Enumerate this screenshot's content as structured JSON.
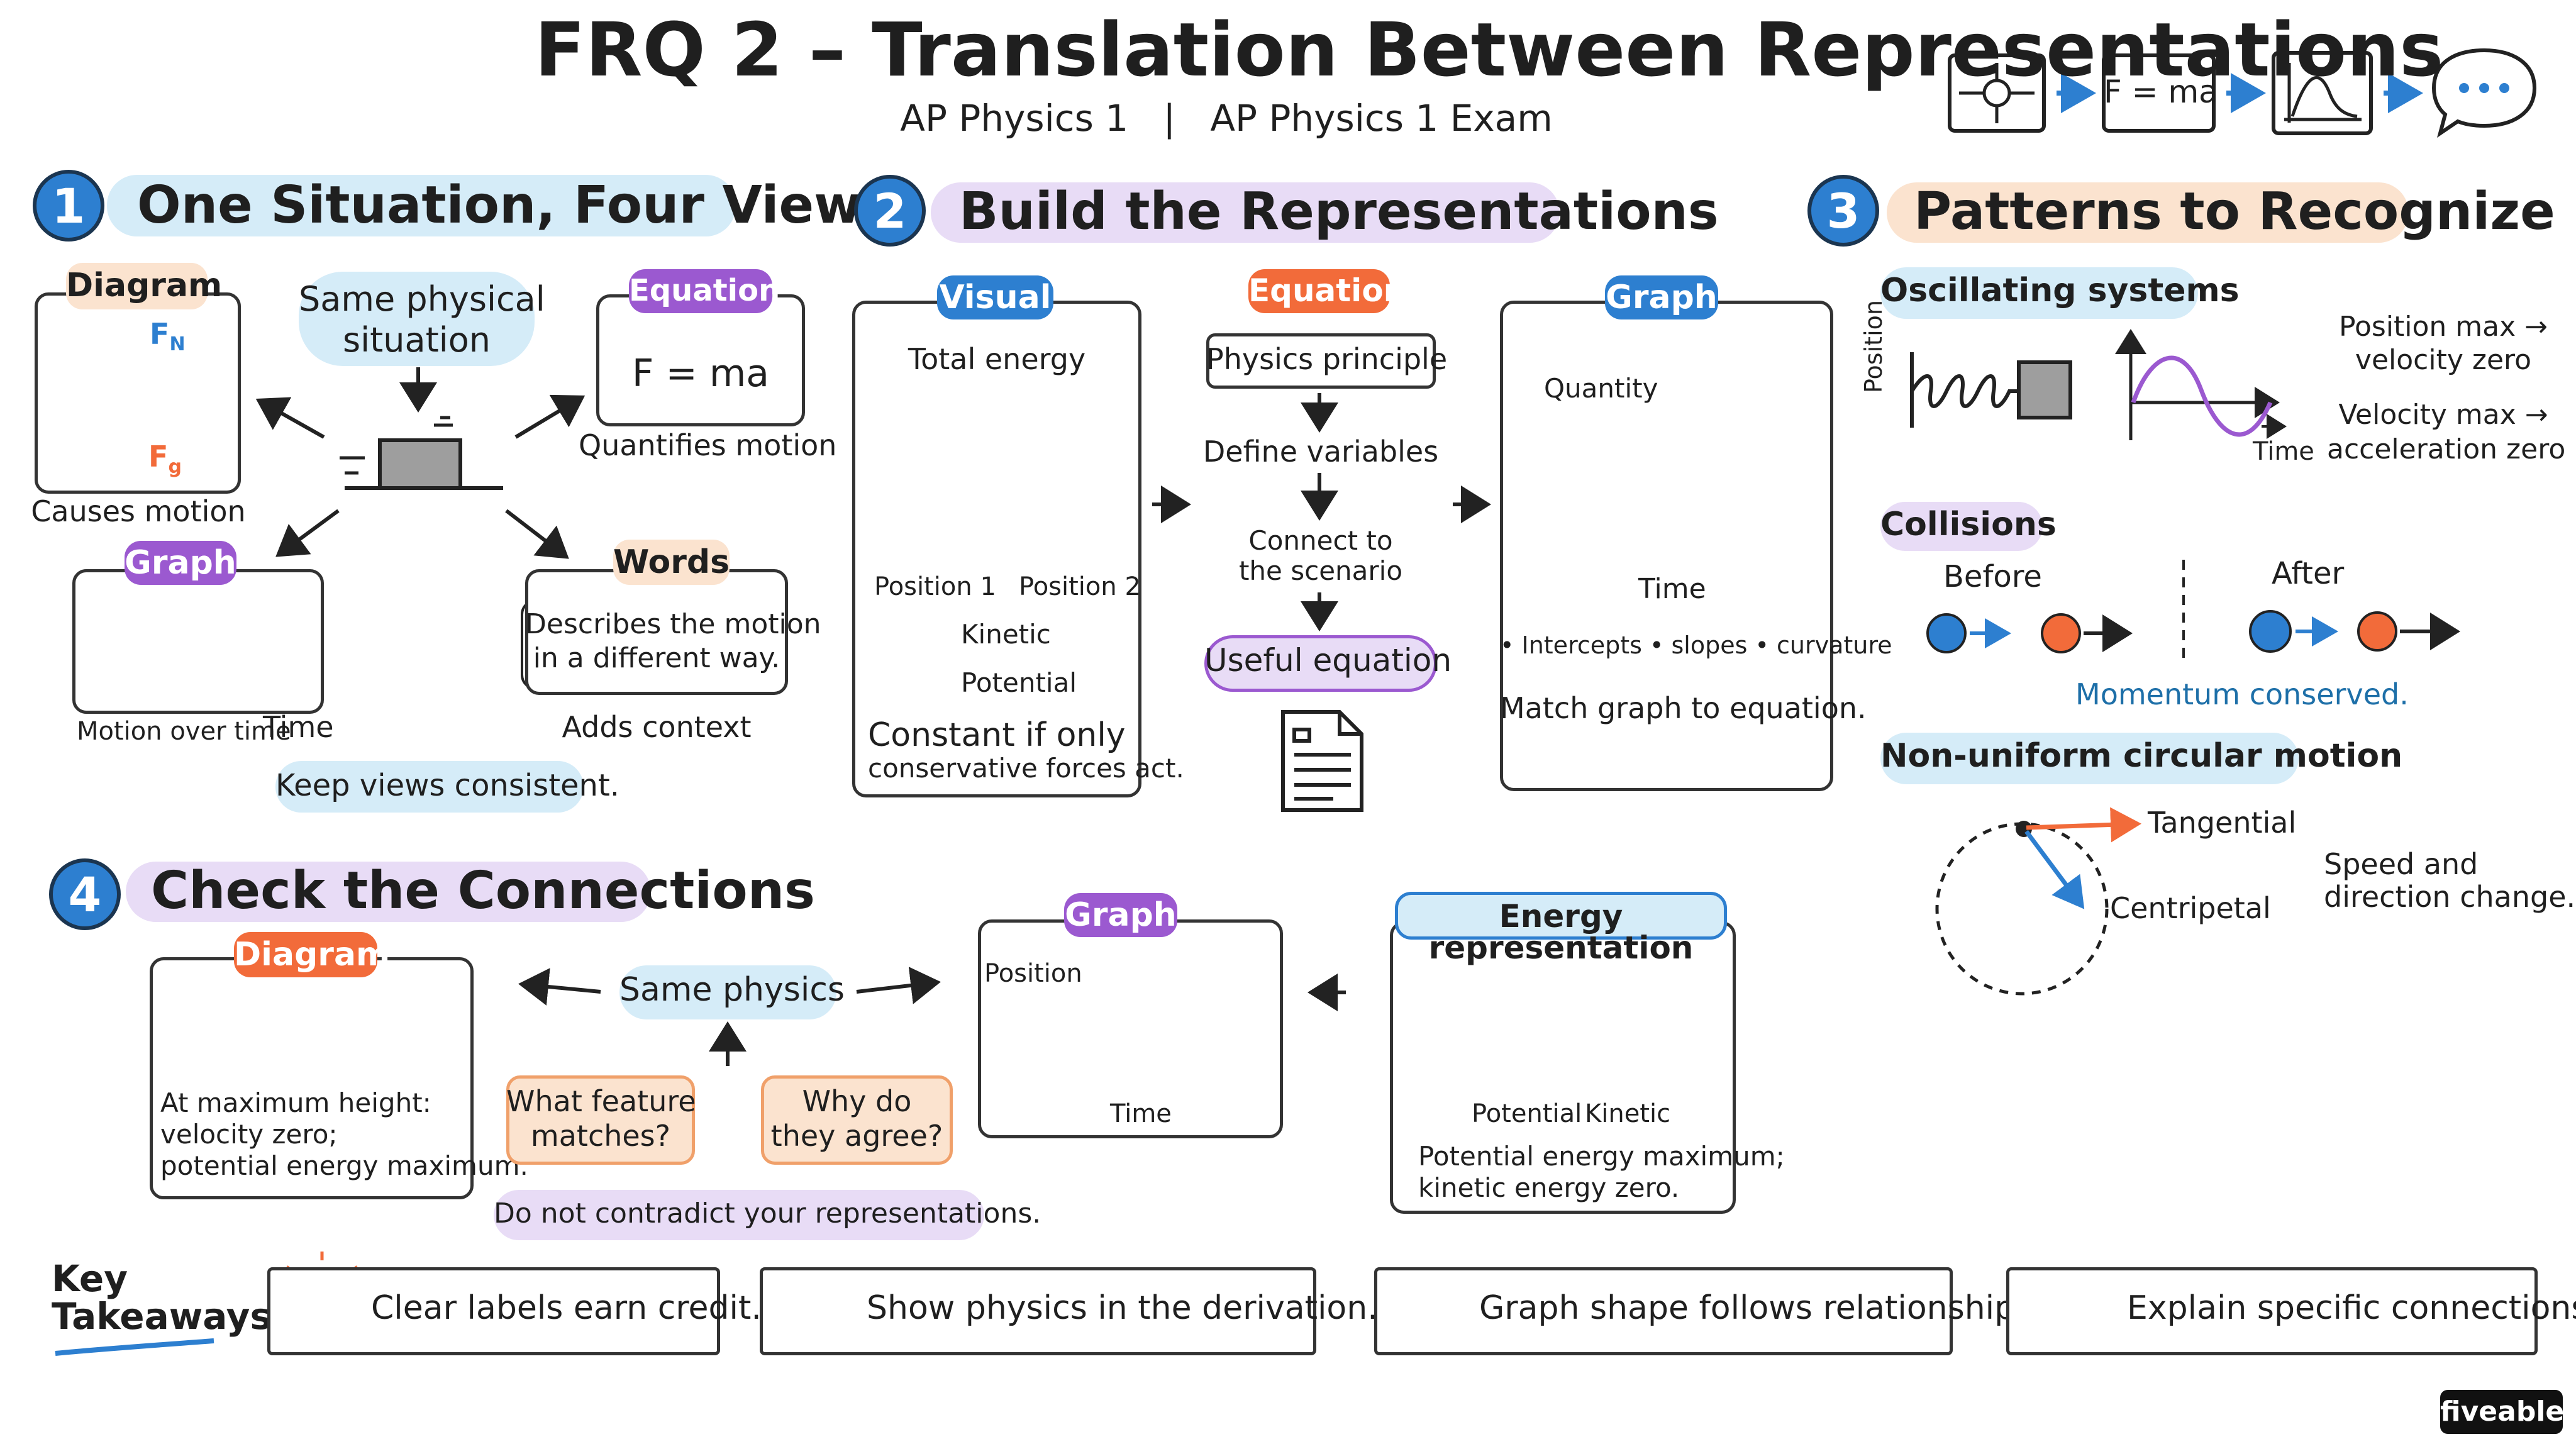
{
  "header": {
    "title": "FRQ 2 – Translation Between Representations",
    "subtitle": "AP Physics 1   |   AP Physics 1 Exam",
    "flow_equation": "F = ma"
  },
  "section1": {
    "number": "1",
    "title": "One Situation, Four Views",
    "diagram_tag": "Diagram",
    "force_normal": "F",
    "force_normal_sub": "N",
    "force_gravity": "F",
    "force_gravity_sub": "g",
    "diagram_caption": "Causes motion",
    "center_line1": "Same physical",
    "center_line2": "situation",
    "equation_tag": "Equation",
    "equation": "F = ma",
    "equation_caption": "Quantifies motion",
    "graph_tag": "Graph",
    "graph_caption": "Motion over time",
    "graph_axis": "Time",
    "words_tag": "Words",
    "words_line1": "Describes the motion",
    "words_line2": "in a different way.",
    "words_caption": "Adds context",
    "footer_pill": "Keep views consistent."
  },
  "section2": {
    "number": "2",
    "title": "Build the Representations",
    "visual_tag": "Visual",
    "total_energy": "Total energy",
    "pos1": "Position 1",
    "pos2": "Position 2",
    "legend_kinetic": "Kinetic",
    "legend_potential": "Potential",
    "constant_line1": "Constant if only",
    "constant_line2": "conservative forces act.",
    "equation_tag": "Equation",
    "step1": "Physics principle",
    "step2": "Define variables",
    "step3_line1": "Connect to",
    "step3_line2": "the scenario",
    "step4": "Useful equation",
    "graph_tag": "Graph",
    "y_label": "Quantity",
    "x_label": "Time",
    "features": "• Intercepts • slopes • curvature",
    "match": "Match graph to equation."
  },
  "section3": {
    "number": "3",
    "title": "Patterns to Recognize",
    "osc_tag": "Oscillating systems",
    "osc_y": "Position",
    "osc_x": "Time",
    "osc_note1_line1": "Position max →",
    "osc_note1_line2": "velocity zero",
    "osc_note2_line1": "Velocity max →",
    "osc_note2_line2": "acceleration zero",
    "coll_tag": "Collisions",
    "before": "Before",
    "after": "After",
    "momentum": "Momentum conserved.",
    "circ_tag": "Non-uniform circular motion",
    "tangential": "Tangential",
    "centripetal": "Centripetal",
    "speed_line1": "Speed and",
    "speed_line2": "direction change."
  },
  "section4": {
    "number": "4",
    "title": "Check the Connections",
    "diagram_tag": "Diagram",
    "diagram_line1": "At maximum height:",
    "diagram_line2": "velocity zero;",
    "diagram_line3": "potential energy maximum.",
    "same_physics": "Same physics",
    "q1_line1": "What feature",
    "q1_line2": "matches?",
    "q2_line1": "Why do",
    "q2_line2": "they agree?",
    "warning": "Do not contradict your representations.",
    "graph_tag": "Graph",
    "graph_y": "Position",
    "graph_x": "Time",
    "energy_tag": "Energy representation",
    "bar_potential": "Potential",
    "bar_kinetic": "Kinetic",
    "energy_line1": "Potential energy maximum;",
    "energy_line2": "kinetic energy zero."
  },
  "takeaways": {
    "label_line1": "Key",
    "label_line2": "Takeaways:",
    "items": [
      {
        "icon": "lightbulb-icon",
        "text": "Clear labels earn credit."
      },
      {
        "icon": "gear-icon",
        "text": "Show physics in the derivation."
      },
      {
        "icon": "bar-chart-icon",
        "text": "Graph shape follows relationships."
      },
      {
        "icon": "target-icon",
        "text": "Explain specific connections."
      }
    ]
  },
  "brand": "fiveable",
  "colors": {
    "blue": "#2d7fd0",
    "orange": "#f26b3a",
    "purple": "#9b59d0",
    "light_blue": "#d5ecf8",
    "light_purple": "#e8dcf6",
    "light_peach": "#fbe3cf"
  }
}
